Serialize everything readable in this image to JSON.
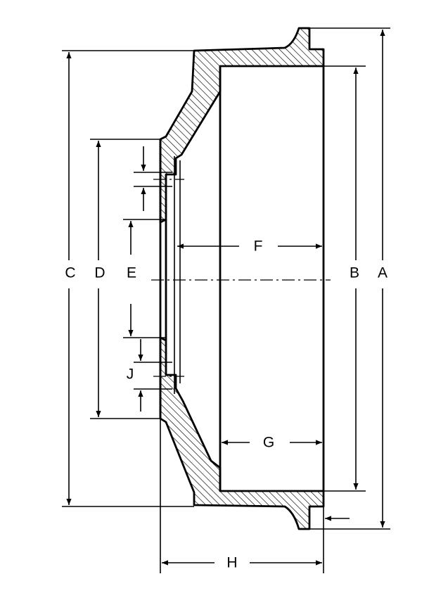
{
  "labels": {
    "a": "A",
    "b": "B",
    "c": "C",
    "d": "D",
    "e": "E",
    "f": "F",
    "g": "G",
    "h": "H",
    "j": "J"
  },
  "colors": {
    "ink": "#000000",
    "paper": "#ffffff"
  }
}
